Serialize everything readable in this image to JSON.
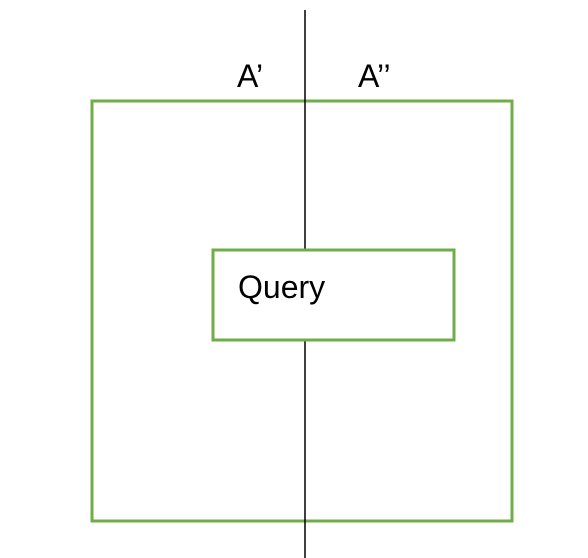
{
  "labels": {
    "left_region": "A’",
    "right_region": "A’’",
    "query": "Query"
  },
  "colors": {
    "box_stroke": "#70ad47",
    "divider": "#000000",
    "background": "#ffffff"
  }
}
